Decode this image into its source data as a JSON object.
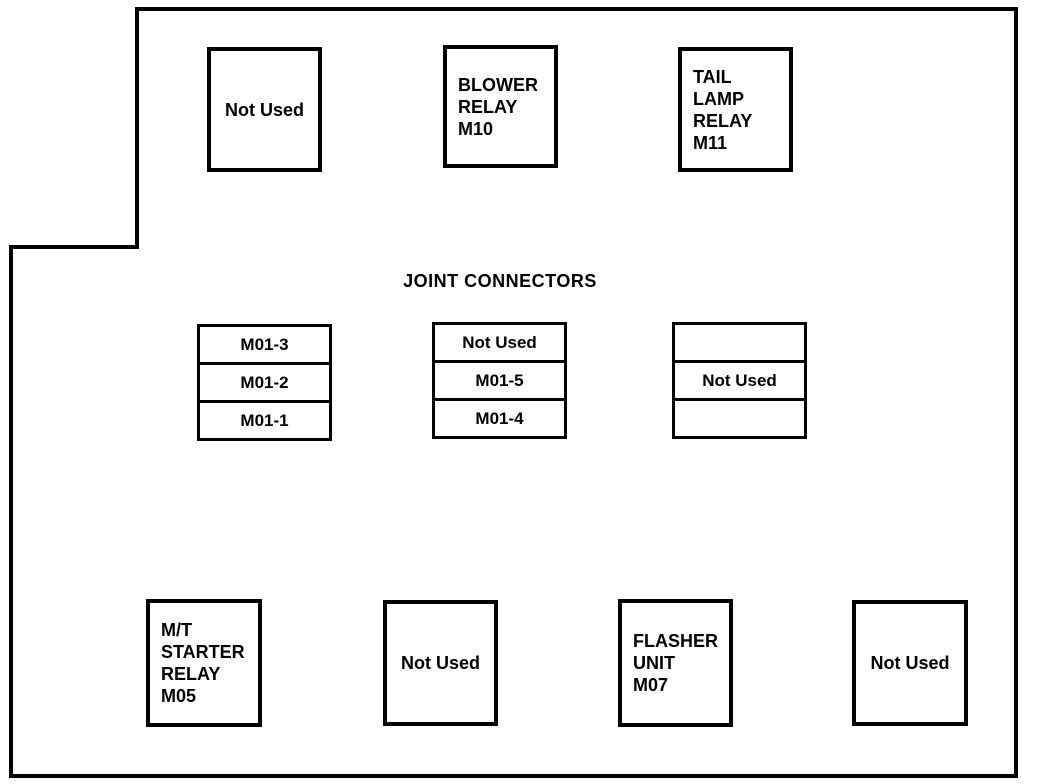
{
  "colors": {
    "ink": "#000000",
    "paper": "#ffffff"
  },
  "diagram": {
    "heading": "JOINT CONNECTORS",
    "top_row": [
      {
        "name": "not-used-top",
        "lines": [
          "Not Used"
        ]
      },
      {
        "name": "blower-relay",
        "lines": [
          "BLOWER",
          "RELAY",
          "M10"
        ]
      },
      {
        "name": "tail-lamp-relay",
        "lines": [
          "TAIL",
          "LAMP",
          "RELAY",
          "M11"
        ]
      }
    ],
    "joint_connectors": [
      {
        "name": "group-left",
        "cells": [
          "M01-3",
          "M01-2",
          "M01-1"
        ]
      },
      {
        "name": "group-center",
        "cells": [
          "Not Used",
          "M01-5",
          "M01-4"
        ]
      },
      {
        "name": "group-right",
        "cells": [
          "",
          "Not Used",
          ""
        ]
      }
    ],
    "bottom_row": [
      {
        "name": "mt-starter-relay",
        "lines": [
          "M/T",
          "STARTER",
          "RELAY",
          "M05"
        ]
      },
      {
        "name": "not-used-bottom-1",
        "lines": [
          "Not Used"
        ]
      },
      {
        "name": "flasher-unit",
        "lines": [
          "FLASHER",
          "UNIT",
          "M07"
        ]
      },
      {
        "name": "not-used-bottom-2",
        "lines": [
          "Not Used"
        ]
      }
    ]
  }
}
